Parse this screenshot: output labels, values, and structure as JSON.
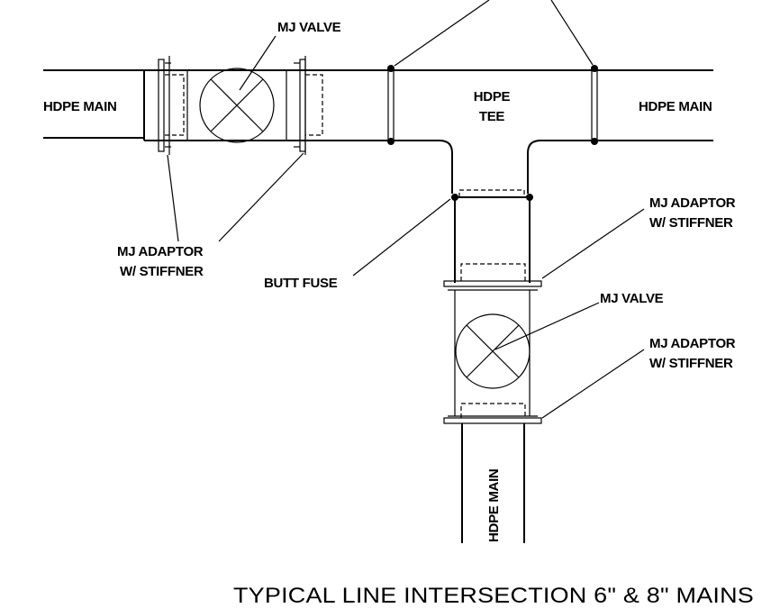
{
  "labels": {
    "mj_valve_top": "MJ VALVE",
    "hdpe_main_left": "HDPE MAIN",
    "hdpe_tee_line1": "HDPE",
    "hdpe_tee_line2": "TEE",
    "hdpe_main_right": "HDPE MAIN",
    "mj_adaptor_right_top_line1": "MJ ADAPTOR",
    "mj_adaptor_right_top_line2": "W/ STIFFNER",
    "mj_adaptor_left_line1": "MJ ADAPTOR",
    "mj_adaptor_left_line2": "W/ STIFFNER",
    "butt_fuse": "BUTT FUSE",
    "mj_valve_bottom": "MJ VALVE",
    "mj_adaptor_right_bottom_line1": "MJ ADAPTOR",
    "mj_adaptor_right_bottom_line2": "W/ STIFFNER",
    "hdpe_main_bottom": "HDPE MAIN"
  },
  "title": "TYPICAL LINE INTERSECTION 6\" & 8\" MAINS"
}
